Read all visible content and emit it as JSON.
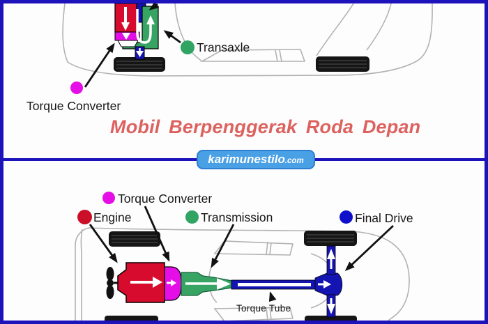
{
  "site_badge": {
    "name": "karimunestilo",
    "tld": ".com"
  },
  "top_diagram": {
    "title": "Mobil Berpenggerak Roda Depan",
    "labels": {
      "transaxle": "Transaxle",
      "torque_converter": "Torque Converter"
    }
  },
  "bottom_diagram": {
    "labels": {
      "torque_converter": "Torque Converter",
      "engine": "Engine",
      "transmission": "Transmission",
      "final_drive": "Final Drive",
      "torque_tube": "Torque Tube"
    }
  },
  "colors": {
    "frame_border": "#1c13bb",
    "badge_bg": "#4aa0e5",
    "title_text": "#dc625f",
    "engine_red": "#d70b2d",
    "torque_converter_magenta": "#e60ee6",
    "transmission_green": "#38a464",
    "driveline_blue": "#1414b2",
    "car_outline_gray": "#b2b2b2"
  }
}
